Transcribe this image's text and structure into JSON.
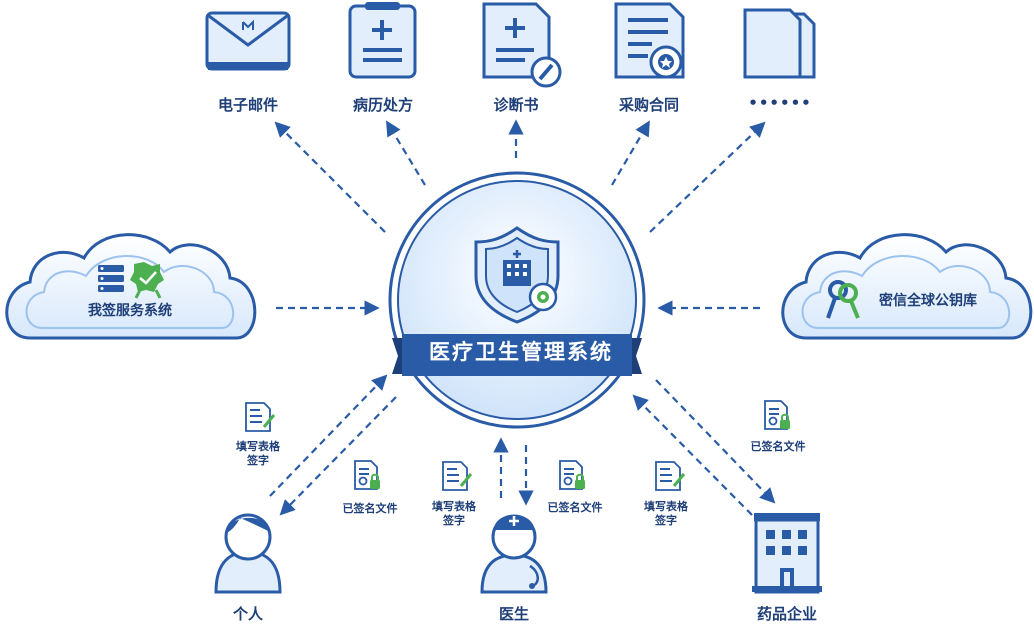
{
  "center": {
    "title": "医疗卫生管理系统"
  },
  "top_items": [
    {
      "label": "电子邮件",
      "icon": "envelope-icon"
    },
    {
      "label": "病历处方",
      "icon": "clipboard-plus-icon"
    },
    {
      "label": "诊断书",
      "icon": "document-pen-icon"
    },
    {
      "label": "采购合同",
      "icon": "certificate-icon"
    },
    {
      "label": "••••••",
      "icon": "stacked-pages-icon"
    }
  ],
  "left_cloud": {
    "label": "我签服务系统"
  },
  "right_cloud": {
    "label": "密信全球公钥库"
  },
  "bottom_entities": [
    {
      "label": "个人"
    },
    {
      "label": "医生"
    },
    {
      "label": "药品企业"
    }
  ],
  "flow_labels": {
    "fill_form": "填写表格",
    "sign": "签字",
    "signed_file": "已签名文件"
  },
  "colors": {
    "primary": "#2a5ba6",
    "dark_navy": "#1f3f78",
    "light_blue": "#dcebfb",
    "green": "#4caf50",
    "white": "#ffffff"
  }
}
